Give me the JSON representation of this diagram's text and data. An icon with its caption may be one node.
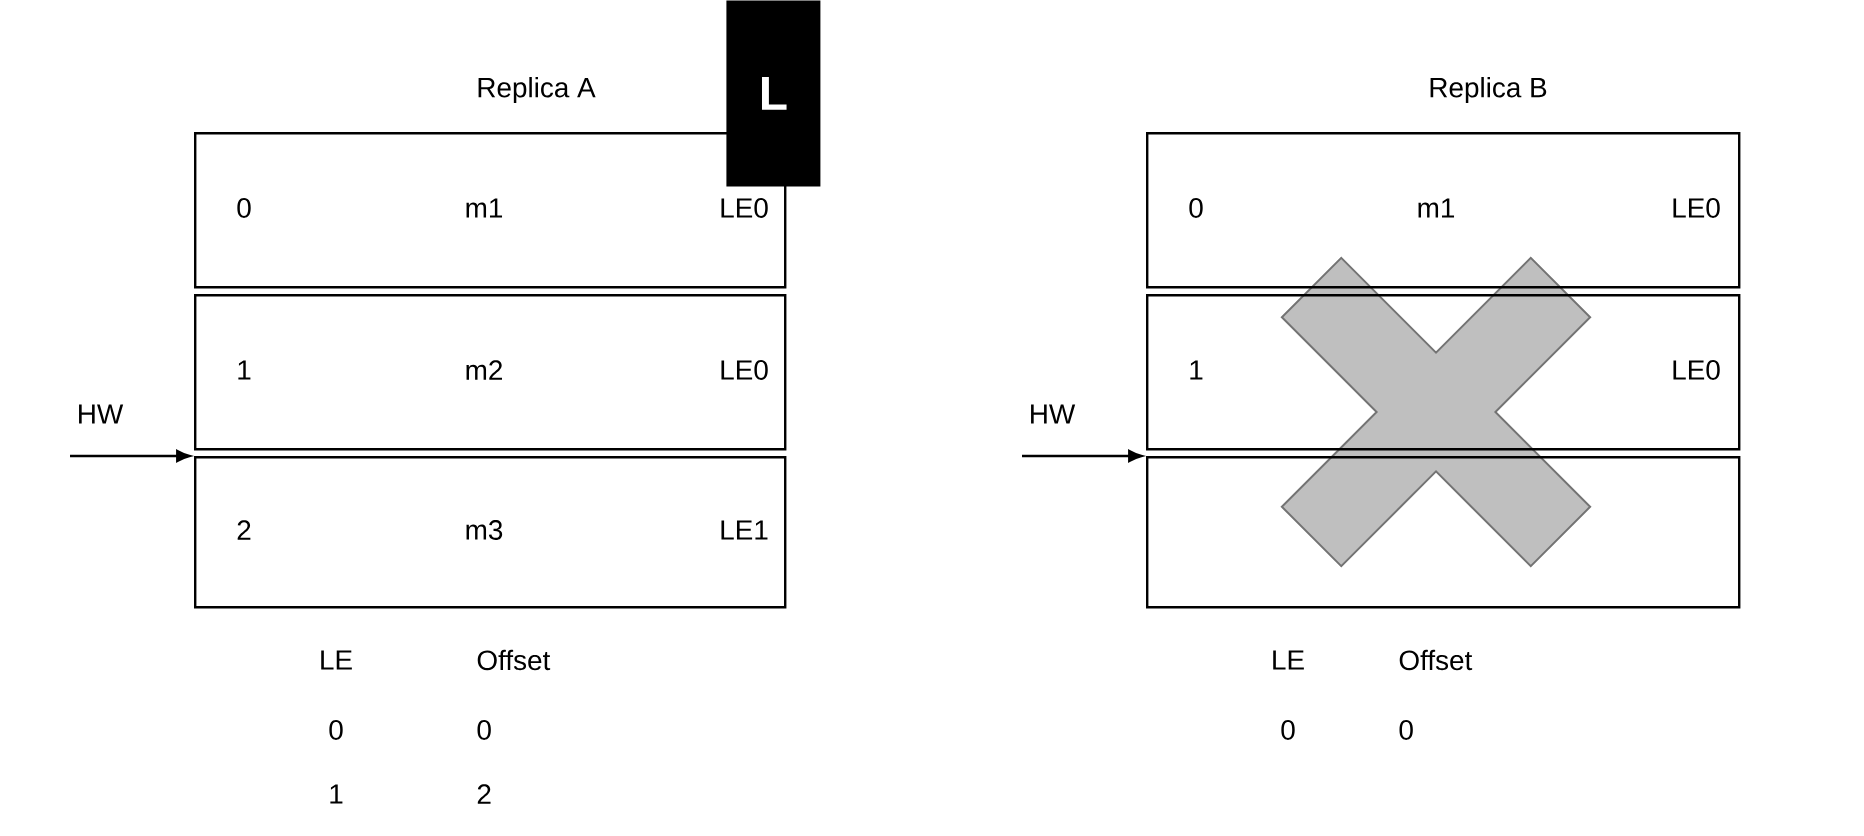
{
  "diagram": {
    "nodes": [
      {
        "text": [
          "L"
        ]
      },
      {
        "text": [
          "0",
          "m1",
          "LE0"
        ]
      },
      {
        "text": [
          "1",
          "m2",
          "LE0"
        ]
      },
      {
        "text": [
          "2",
          "m3",
          "LE1"
        ]
      },
      {
        "text": [
          "0",
          "m1",
          "LE0"
        ]
      },
      {
        "text": [
          "1",
          "LE0"
        ]
      },
      {
        "text": [],
        "shape": "box"
      }
    ],
    "edges": [
      {
        "from": null,
        "to": 3,
        "arrow": "to",
        "label": "HW"
      },
      {
        "from": null,
        "to": 6,
        "arrow": "to",
        "label": "HW"
      }
    ],
    "labels": [
      "Replica A",
      "Replica B",
      "LE",
      "Offset",
      "0",
      "0",
      "1",
      "2",
      "LE",
      "Offset",
      "0",
      "0"
    ]
  }
}
